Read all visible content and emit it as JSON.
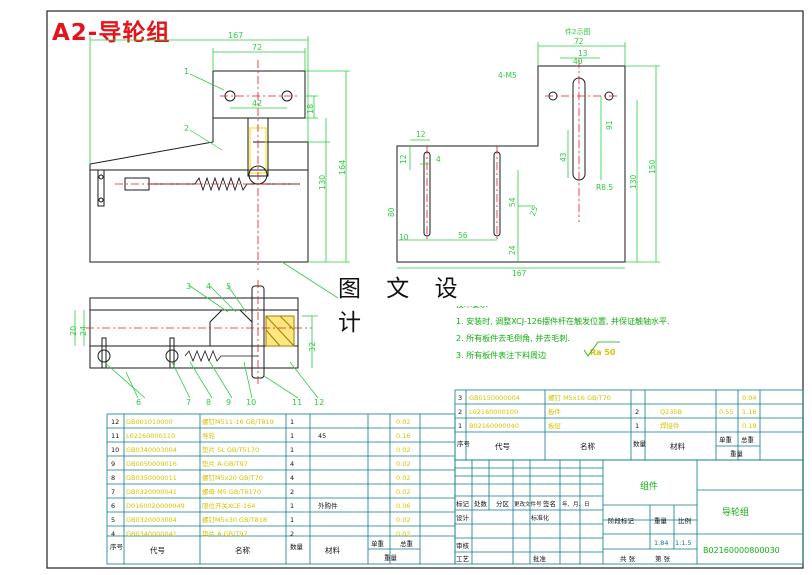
{
  "title": "A2-导轮组",
  "watermark": "图 文 设 计",
  "colors": {
    "dim": "#2ecc40",
    "outline": "#1a1a1a",
    "center": "#e31b1b",
    "table": "#0a7a8a",
    "text_yellow": "#d4c400",
    "title_red": "#e3151a",
    "note": "#10b010"
  },
  "front_view": {
    "dims": {
      "overall": "167",
      "top": "72",
      "hole": "42",
      "h1": "18",
      "h2": "130",
      "h3": "164"
    },
    "balloons": [
      "1",
      "2"
    ]
  },
  "side_view": {
    "label_top": "件2示图",
    "dims": {
      "overall": "167",
      "top": "72",
      "w1": "12",
      "w2": "12",
      "w3": "13",
      "w4": "40",
      "h130": "130",
      "h150": "150",
      "h91": "91",
      "h43": "43",
      "slot": "R8.5",
      "thread": "4-M5",
      "d80": "80",
      "d10": "10",
      "d56": "56",
      "d54": "54",
      "d24": "24",
      "d4": "4",
      "d25": "25"
    }
  },
  "bottom_view": {
    "balloons": [
      "3",
      "4",
      "5",
      "6",
      "7",
      "8",
      "9",
      "10",
      "11",
      "12"
    ],
    "dims": {
      "a": "20",
      "b": "24",
      "c": "32"
    }
  },
  "notes": {
    "heading": "技术要求",
    "lines": [
      "1. 安装时, 调整XCJ-126摆件杆在触发位置, 并保证触轴水平.",
      "2. 所有板件去毛倒角, 并去毛刺.",
      "3. 所有板件表注下料周边"
    ],
    "roughness": "Ra 50"
  },
  "parts_list_left": {
    "rows": [
      {
        "no": "12",
        "code": "GB001010000",
        "name": "螺钉M511-16 GB/T819",
        "qty": "1",
        "material": "",
        "unit": "",
        "total": "0.02"
      },
      {
        "no": "11",
        "code": "L02160000110",
        "name": "导轮",
        "qty": "1",
        "material": "45",
        "unit": "",
        "total": "0.16"
      },
      {
        "no": "10",
        "code": "GB0340003004",
        "name": "垫片 5L GB/T5170",
        "qty": "1",
        "material": "",
        "unit": "",
        "total": "0.02"
      },
      {
        "no": "9",
        "code": "GB0050009016",
        "name": "垫片 A-GB/T97",
        "qty": "4",
        "material": "",
        "unit": "",
        "total": "0.02"
      },
      {
        "no": "8",
        "code": "GB0350000011",
        "name": "螺钉M5x20 GB/T70",
        "qty": "4",
        "material": "",
        "unit": "",
        "total": "0.02"
      },
      {
        "no": "7",
        "code": "GB0320000041",
        "name": "螺母 M5 GB/T6170",
        "qty": "2",
        "material": "",
        "unit": "",
        "total": "0.02"
      },
      {
        "no": "6",
        "code": "D0160020000049",
        "name": "限位开关XCE-164",
        "qty": "1",
        "material": "外购件",
        "unit": "",
        "total": "0.06"
      },
      {
        "no": "5",
        "code": "GB0320003004",
        "name": "螺钉M5x30 GB/T818",
        "qty": "1",
        "material": "",
        "unit": "",
        "total": "0.02"
      },
      {
        "no": "4",
        "code": "GB0340000041",
        "name": "垫片 A GB/T97",
        "qty": "2",
        "material": "",
        "unit": "",
        "total": "0.02"
      }
    ],
    "header": {
      "no": "序号",
      "code": "代号",
      "name": "名称",
      "qty": "数量",
      "material": "材料",
      "single": "单重",
      "total": "总重",
      "weight": "重量"
    }
  },
  "parts_list_right": {
    "rows": [
      {
        "no": "3",
        "code": "GB0150000004",
        "name": "螺钉 M5x16 GB/T70",
        "qty": "",
        "material": "",
        "unit": "",
        "total": "0.04"
      },
      {
        "no": "2",
        "code": "L02160000100",
        "name": "板件",
        "qty": "2",
        "material": "Q235B",
        "unit": "0.55",
        "total": "1.16"
      },
      {
        "no": "1",
        "code": "B02160000040",
        "name": "板层",
        "qty": "1",
        "material": "焊接件",
        "unit": "",
        "total": "0.19"
      }
    ],
    "header": {
      "no": "序号",
      "code": "代号",
      "name": "名称",
      "qty": "数量",
      "material": "材料",
      "single": "单重",
      "total": "总重",
      "weight": "重量"
    }
  },
  "title_block": {
    "category": "组件",
    "name": "导轮组",
    "code": "B02160000800030",
    "revision_headers": [
      "标记",
      "处数",
      "分区",
      "更改文件号",
      "签名",
      "年、月、日"
    ],
    "roles": [
      "设计",
      "审核",
      "工艺"
    ],
    "std": "标准化",
    "approve": "批准",
    "stage_label": "阶段标记",
    "weight_label": "重量",
    "scale_label": "比例",
    "weight": "1.84",
    "scale": "1:1.5",
    "sheets_total": "共  张",
    "sheet_no": "第  张"
  }
}
